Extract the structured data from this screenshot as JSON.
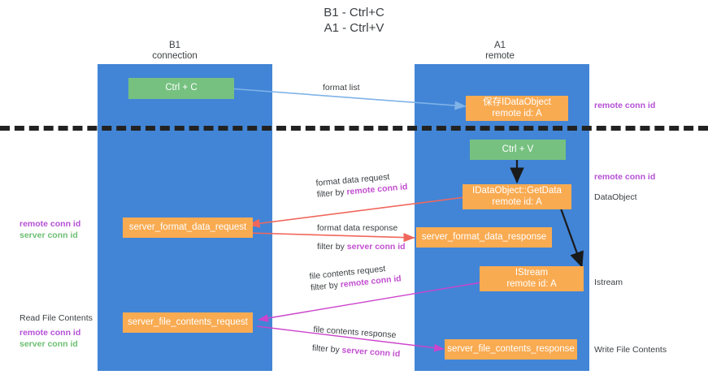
{
  "title": {
    "line1": "B1 - Ctrl+C",
    "line2": "A1 - Ctrl+V"
  },
  "columns": [
    {
      "id": "b1",
      "name": "B1",
      "role": "connection"
    },
    {
      "id": "a1",
      "name": "A1",
      "role": "remote"
    }
  ],
  "nodes": {
    "ctrl_c": {
      "label": "Ctrl + C",
      "color": "#76c180"
    },
    "ctrl_v": {
      "label": "Ctrl + V",
      "color": "#76c180"
    },
    "idataobject_store": {
      "label": "保存IDataObject",
      "sub": "remote id: A",
      "color": "#f9ab52"
    },
    "idataobject_getdata": {
      "label": "IDataObject::GetData",
      "sub": "remote id: A",
      "color": "#f9ab52"
    },
    "istream": {
      "label": "IStream",
      "sub": "remote id: A",
      "color": "#f9ab52"
    },
    "server_format_data_request": {
      "label": "server_format_data_request",
      "color": "#f9ab52"
    },
    "server_format_data_response": {
      "label": "server_format_data_response",
      "color": "#f9ab52"
    },
    "server_file_contents_request": {
      "label": "server_file_contents_request",
      "color": "#f9ab52"
    },
    "server_file_contents_response": {
      "label": "server_file_contents_response",
      "color": "#f9ab52"
    }
  },
  "edges": {
    "format_list": {
      "label": "format list"
    },
    "format_data_request": {
      "label": "format data request",
      "filter_prefix": "filter by ",
      "filter_key": "remote conn id"
    },
    "format_data_response": {
      "label": "format data response",
      "filter_prefix": "filter by ",
      "filter_key": "server conn id"
    },
    "file_contents_request": {
      "label": "file contents request",
      "filter_prefix": "filter by ",
      "filter_key": "remote conn id"
    },
    "file_contents_response": {
      "label": "file contents response",
      "filter_prefix": "filter by ",
      "filter_key": "server conn id"
    }
  },
  "annotations": {
    "right_remote_top": "remote conn id",
    "right_remote_mid": "remote conn id",
    "right_dataobject": "DataObject",
    "right_istream": "Istream",
    "right_write_file": "Write File Contents",
    "left_remote_conn": "remote conn id",
    "left_server_conn": "server conn id",
    "left_read_file": "Read File Contents",
    "left_remote_conn2": "remote conn id",
    "left_server_conn2": "server conn id"
  },
  "colors": {
    "lane": "#4285d6",
    "orange": "#f9ab52",
    "green": "#76c180",
    "remote_key": "#b44fd6",
    "server_key": "#6cbf73",
    "arrow_blue": "#7fb3e8",
    "arrow_red": "#f0675c",
    "arrow_magenta": "#cc44cc",
    "arrow_black": "#1a1a1a",
    "separator": "#222222",
    "text": "#3c4043"
  }
}
